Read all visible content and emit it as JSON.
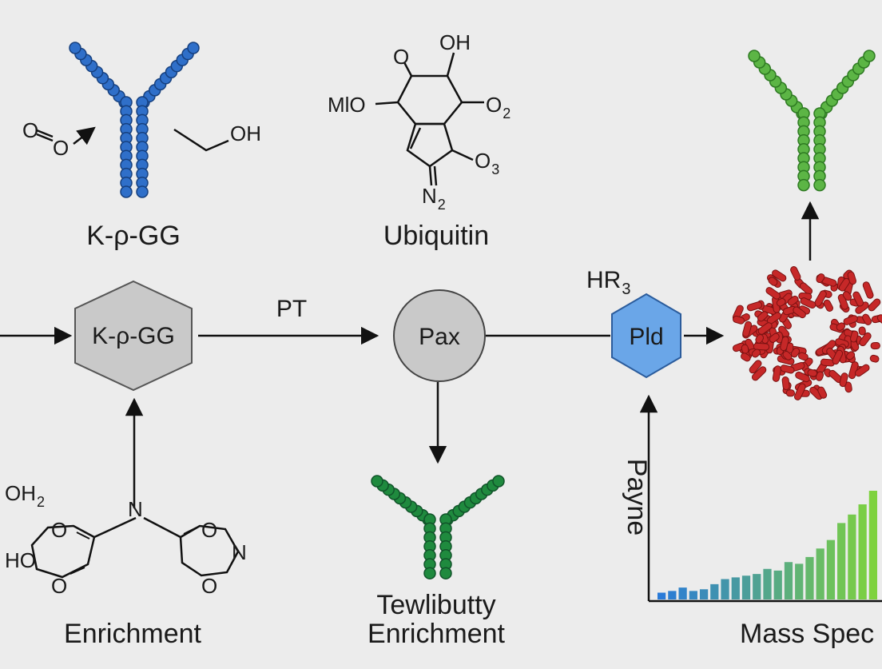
{
  "colors": {
    "background": "#ececec",
    "antibody_blue": "#2f6fc9",
    "antibody_green_light": "#5cb545",
    "antibody_green_dark": "#1f8a3e",
    "protein_red": "#c62828",
    "node_gray": "#c9c9c9",
    "node_blue": "#6aa6e8",
    "bar_blue": "#2a7bd8",
    "bar_green": "#7ed23e"
  },
  "labels": {
    "top_left_caption": "K-ρ-GG",
    "top_middle_caption": "Ubiquitin",
    "bottom_left_caption": "Enrichment",
    "bottom_middle_caption_line1": "Tewlibutty",
    "bottom_middle_caption_line2": "Enrichment",
    "bottom_right_caption": "Mass Spec",
    "arrow_pt_label": "PT",
    "hr3_label": "HR",
    "hr3_sub": "3",
    "y_axis_label": "Payne"
  },
  "nodes": {
    "hexagon_gray": "K-ρ-GG",
    "circle_gray": "Pax",
    "hexagon_blue": "Pld"
  },
  "chem_top_left": {
    "o_left": "O",
    "o_right": "O",
    "oh": "OH"
  },
  "chem_top_middle": {
    "o_top_left": "O",
    "oh_top": "OH",
    "mio": "MlO",
    "o2": "O",
    "o2_sub": "2",
    "o3": "O",
    "o3_sub": "3",
    "n2": "N",
    "n2_sub": "2"
  },
  "chem_bottom_left": {
    "oh2": "OH",
    "oh2_sub": "2",
    "n_center": "N",
    "o_ring1": "O",
    "o_ring2": "O",
    "ho": "HO",
    "o_ring3": "O",
    "o_right1": "O",
    "n_right": "N",
    "o_right2": "O"
  },
  "icons": [
    "antibody-icon",
    "protein-cluster-icon",
    "arrow-icon"
  ],
  "chart_data": {
    "type": "bar",
    "ylabel": "Payne",
    "xlabel": "",
    "values": [
      4,
      5,
      7,
      5,
      6,
      9,
      12,
      13,
      14,
      15,
      18,
      17,
      22,
      21,
      25,
      30,
      35,
      45,
      50,
      56,
      64
    ]
  }
}
